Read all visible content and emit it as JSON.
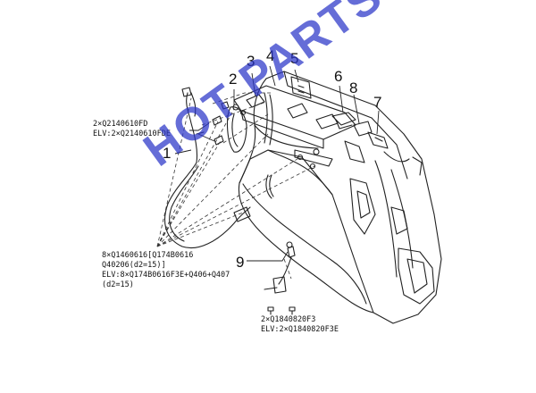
{
  "callouts": [
    "1",
    "2",
    "3",
    "4",
    "5",
    "6",
    "7",
    "8",
    "9"
  ],
  "notes": {
    "top_left": [
      "2×Q2140610FD",
      "ELV:2×Q2140610FDE"
    ],
    "bottom_left": [
      "8×Q1460616[Q174B0616",
      "Q40206(d2=15)]",
      "ELV:8×Q174B0616F3E+Q406+Q407",
      "(d2=15)"
    ],
    "bottom_center": [
      "2×Q1840820F3",
      "ELV:2×Q1840820F3E"
    ]
  },
  "watermark": "HOT PARTS",
  "colors": {
    "line": "#222222",
    "watermark": "#2a35c8"
  }
}
